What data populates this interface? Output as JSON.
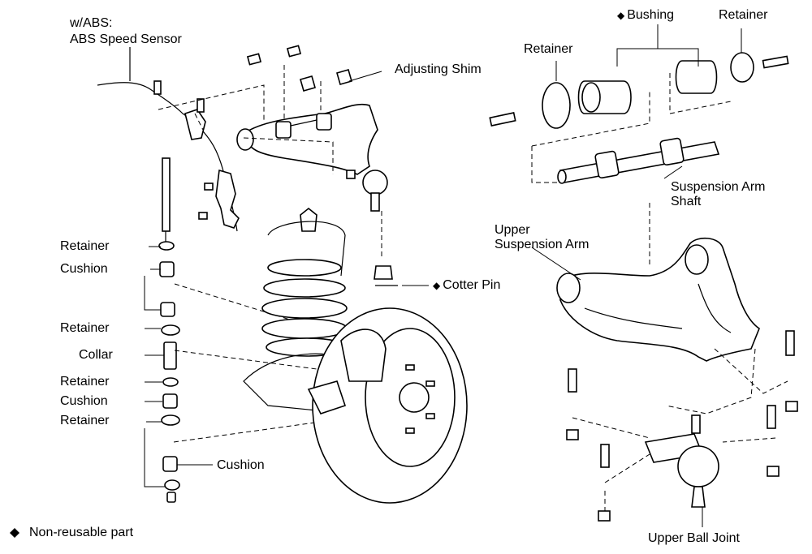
{
  "labels": {
    "abs_prefix": "w/ABS:",
    "abs_sensor": "ABS Speed Sensor",
    "adjusting_shim": "Adjusting Shim",
    "bushing": "Bushing",
    "retainer_top_right": "Retainer",
    "retainer_top_mid": "Retainer",
    "susp_arm_shaft_1": "Suspension Arm",
    "susp_arm_shaft_2": "Shaft",
    "upper_susp_arm_1": "Upper",
    "upper_susp_arm_2": "Suspension Arm",
    "cotter_pin": "Cotter Pin",
    "left_retainer_1": "Retainer",
    "left_cushion_1": "Cushion",
    "left_retainer_2": "Retainer",
    "left_collar": "Collar",
    "left_retainer_3": "Retainer",
    "left_cushion_2": "Cushion",
    "left_retainer_4": "Retainer",
    "bottom_cushion": "Cushion",
    "upper_ball_joint": "Upper Ball Joint",
    "legend_text": "Non-reusable part"
  },
  "symbols": {
    "non_reusable": "◆"
  }
}
